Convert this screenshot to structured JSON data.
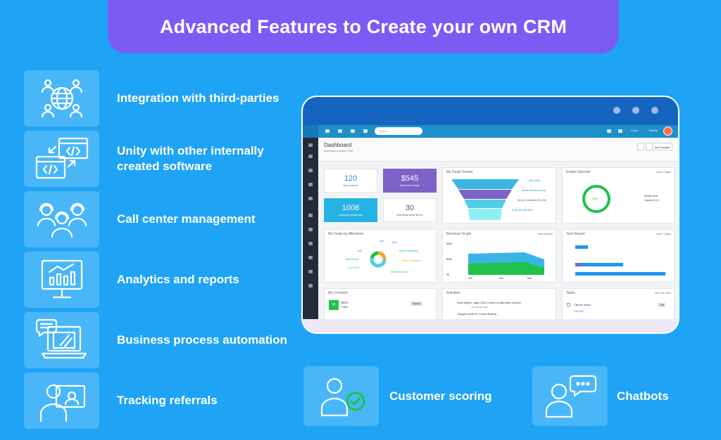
{
  "title": "Advanced Features to Create your own CRM",
  "features": [
    {
      "label": "Integration with third-parties",
      "icon": "integration-globe-icon"
    },
    {
      "label": "Unity with other internally created software",
      "icon": "code-windows-icon"
    },
    {
      "label": "Call center management",
      "icon": "headset-agents-icon"
    },
    {
      "label": "Analytics and reports",
      "icon": "analytics-monitor-icon"
    },
    {
      "label": "Business process automation",
      "icon": "laptop-chat-icon"
    },
    {
      "label": "Tracking referrals",
      "icon": "user-referral-icon"
    }
  ],
  "bottom_features": [
    {
      "label": "Customer scoring",
      "icon": "user-check-icon"
    },
    {
      "label": "Chatbots",
      "icon": "user-chat-icon"
    }
  ],
  "dashboard": {
    "search_placeholder": "Search",
    "nav_user": "Notes",
    "nav_user2": "Dentist",
    "title": "Dashboard",
    "subtitle": "Welcome to Agile CRM",
    "add_gadget": "Add Gadget",
    "stats": [
      {
        "value": "120",
        "label": "New contacts"
      },
      {
        "value": "$545",
        "label": "Won from 6 deals"
      },
      {
        "value": "1008",
        "label": "Campaign emails sent"
      },
      {
        "value": "30",
        "label": "New deals worth $9,500"
      }
    ],
    "deals_funnel": {
      "title": "My Deals Funnel",
      "labels": [
        "New\n(300)",
        "Demo Scheduled\n(10)",
        "Demo Completed\n($1,200)",
        "In Review\n($2,300)"
      ]
    },
    "emails_opened": {
      "title": "Emails Opened",
      "range": "Last 2 Days",
      "percent": "100%",
      "legend": [
        "Emails Sent",
        "Opened (0.0)"
      ]
    },
    "deals_milestone": {
      "title": "My Deals by Milestone",
      "labels": [
        "Won",
        "New",
        "Demo Scheduled",
        "Demo Completed",
        "Lost",
        "Abandoned",
        "Demo No Show",
        "Unqualified"
      ]
    },
    "revenue": {
      "title": "Revenue Graph",
      "range": "This Quarter",
      "y_ticks": [
        "$80K",
        "$30K",
        "0$"
      ],
      "x_ticks": [
        "Jan",
        "Feb",
        "Mar"
      ]
    },
    "task_report": {
      "title": "Task Report",
      "range": "Last 7 Days"
    },
    "contacts": {
      "title": "My Contacts",
      "row_initials": "DI",
      "row_name": "Dixo",
      "row_sub": "Other,",
      "row_tag": "Signup"
    },
    "activities": {
      "title": "Activities",
      "row": "Email subject - Agile CRM | Is there an alternative number?",
      "row_time": "15 minutes ago",
      "row2": "Changed owner for Contact Brading"
    },
    "tasks": {
      "title": "Tasks",
      "range": "All Over Due",
      "row": "Call for Demo",
      "row_tag": "Call",
      "row_sub": "Francine"
    }
  },
  "colors": {
    "background": "#1fa3f5",
    "banner": "#7a5cf5",
    "tile": "#49b7f7",
    "accent_green": "#1fc24a"
  }
}
